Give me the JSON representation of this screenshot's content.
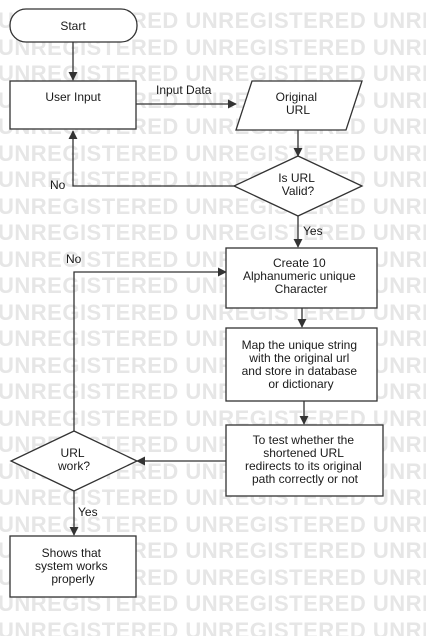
{
  "watermark": "UNREGISTERED UNREGISTERED UNREGISTERED",
  "nodes": {
    "start": "Start",
    "user_input": "User Input",
    "original_url": [
      "Original",
      "URL"
    ],
    "is_url_valid": [
      "Is URL",
      "Valid?"
    ],
    "create_chars": [
      "Create 10",
      "Alphanumeric unique",
      "Character"
    ],
    "map_string": [
      "Map the unique string",
      "with the original url",
      "and store in database",
      "or dictionary"
    ],
    "test_redirect": [
      "To test whether the",
      "shortened URL",
      "redirects to its original",
      "path correctly or not"
    ],
    "url_work": [
      "URL",
      "work?"
    ],
    "shows_works": [
      "Shows that",
      "system works",
      "properly"
    ]
  },
  "edge_labels": {
    "input_data": "Input Data",
    "valid_no": "No",
    "valid_yes": "Yes",
    "work_no": "No",
    "work_yes": "Yes"
  }
}
